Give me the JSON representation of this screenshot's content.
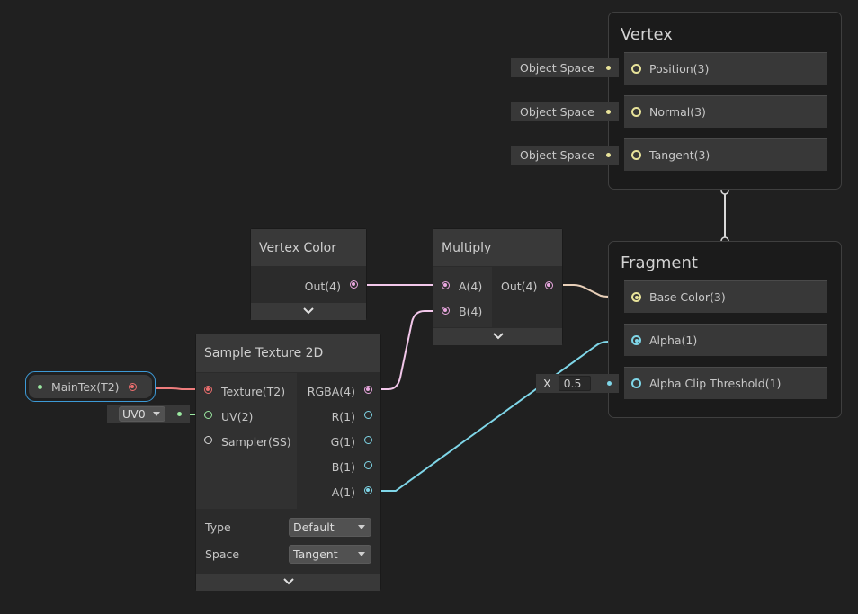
{
  "vertex": {
    "title": "Vertex",
    "blocks": [
      {
        "label": "Position(3)",
        "space": "Object Space"
      },
      {
        "label": "Normal(3)",
        "space": "Object Space"
      },
      {
        "label": "Tangent(3)",
        "space": "Object Space"
      }
    ]
  },
  "fragment": {
    "title": "Fragment",
    "blocks": [
      {
        "label": "Base Color(3)"
      },
      {
        "label": "Alpha(1)"
      },
      {
        "label": "Alpha Clip Threshold(1)"
      }
    ],
    "alpha_clip_input": {
      "axis": "X",
      "value": "0.5"
    }
  },
  "vertex_color_node": {
    "title": "Vertex Color",
    "output": "Out(4)",
    "footer_icon": "chevron-down-icon"
  },
  "multiply_node": {
    "title": "Multiply",
    "inputs": [
      "A(4)",
      "B(4)"
    ],
    "output": "Out(4)",
    "footer_icon": "chevron-down-icon"
  },
  "sample_texture_node": {
    "title": "Sample Texture 2D",
    "inputs": [
      "Texture(T2)",
      "UV(2)",
      "Sampler(SS)"
    ],
    "outputs": [
      "RGBA(4)",
      "R(1)",
      "G(1)",
      "B(1)",
      "A(1)"
    ],
    "type_label": "Type",
    "type_value": "Default",
    "space_label": "Space",
    "space_value": "Tangent",
    "footer_icon": "chevron-down-icon"
  },
  "property_node": {
    "label": "MainTex(T2)"
  },
  "uv_dropdown": {
    "value": "UV0"
  },
  "colors": {
    "background": "#202020",
    "wire_vector3": "#e8e39a",
    "wire_vector4": "#f2c7ea",
    "wire_texture": "#ee7c7c",
    "wire_vector1": "#7fd6e8",
    "wire_uv": "#9be9a1",
    "selection": "#3d9ad6"
  }
}
